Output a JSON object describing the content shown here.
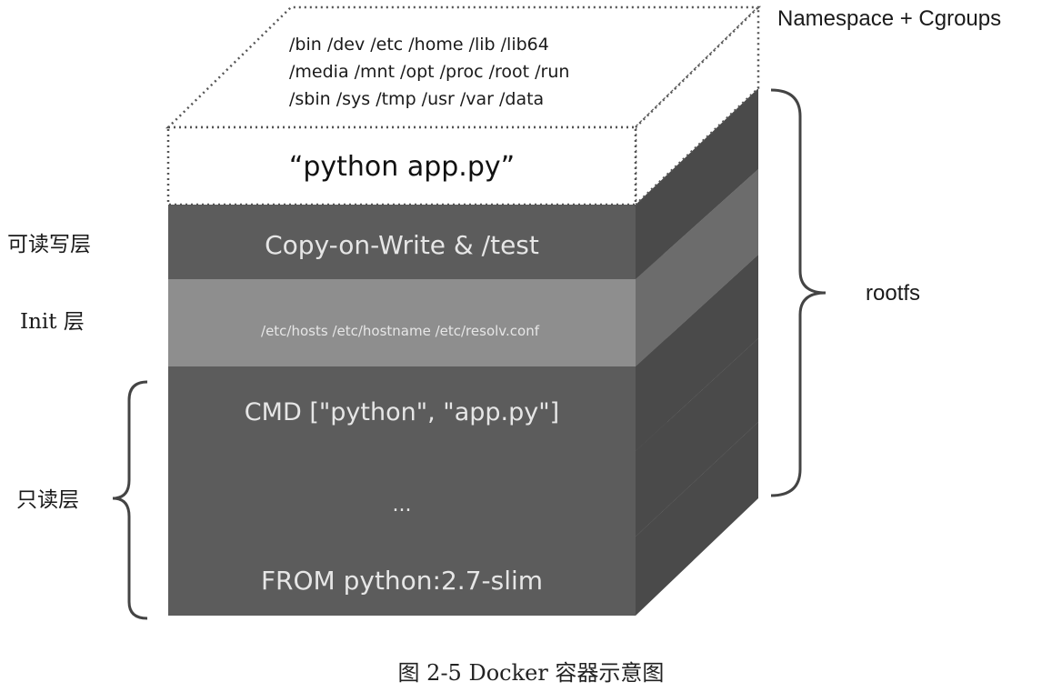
{
  "container_layer": {
    "directories": [
      "/bin /dev /etc /home /lib /lib64",
      "/media /mnt /opt /proc /root /run",
      "/sbin /sys /tmp /usr /var /data"
    ],
    "command": "“python app.py”",
    "label": "Namespace + Cgroups"
  },
  "layers": [
    {
      "text": "Copy-on-Write & /test"
    },
    {
      "text": "/etc/hosts /etc/hostname /etc/resolv.conf"
    },
    {
      "text": "CMD [\"python\", \"app.py\"]"
    },
    {
      "text": "..."
    },
    {
      "text": "FROM python:2.7-slim"
    }
  ],
  "side_labels": {
    "rw_layer": "可读写层",
    "init_layer": "Init 层",
    "ro_layer": "只读层"
  },
  "rootfs_label": "rootfs",
  "caption": "图 2-5 Docker 容器示意图",
  "colors": {
    "dark_front": "#5c5c5c",
    "dark_top": "#7a7a7a",
    "dark_side": "#4a4a4a",
    "init_front": "#8e8e8e",
    "init_top": "#a8a8a8",
    "init_side": "#6c6c6c"
  }
}
